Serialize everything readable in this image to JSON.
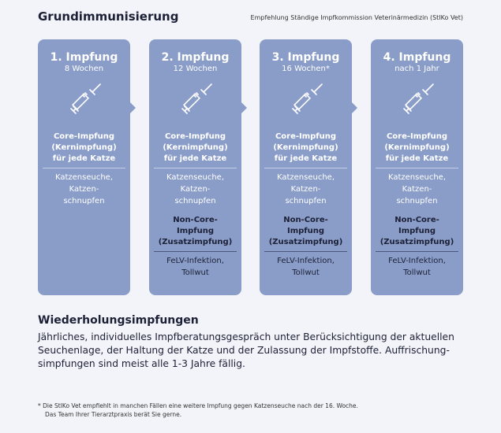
{
  "header": {
    "title": "Grundimmunisierung",
    "source": "Empfehlung Ständige Impfkommission Veterinärmedizin (StIKo Vet)"
  },
  "cards": [
    {
      "title": "1. Impfung",
      "sub": "8 Wochen",
      "core": [
        "Core-Impfung",
        "(Kernimpfung)",
        "für jede Katze"
      ],
      "core_diseases": [
        "Katzenseuche,",
        "Katzen-",
        "schnupfen"
      ]
    },
    {
      "title": "2. Impfung",
      "sub": "12 Wochen",
      "core": [
        "Core-Impfung",
        "(Kernimpfung)",
        "für jede Katze"
      ],
      "core_diseases": [
        "Katzenseuche,",
        "Katzen-",
        "schnupfen"
      ],
      "noncore": [
        "Non-Core-",
        "Impfung",
        "(Zusatzimpfung)"
      ],
      "noncore_diseases": [
        "FeLV-Infektion,",
        "Tollwut"
      ]
    },
    {
      "title": "3. Impfung",
      "sub": "16 Wochen*",
      "core": [
        "Core-Impfung",
        "(Kernimpfung)",
        "für jede Katze"
      ],
      "core_diseases": [
        "Katzenseuche,",
        "Katzen-",
        "schnupfen"
      ],
      "noncore": [
        "Non-Core-",
        "Impfung",
        "(Zusatzimpfung)"
      ],
      "noncore_diseases": [
        "FeLV-Infektion,",
        "Tollwut"
      ]
    },
    {
      "title": "4. Impfung",
      "sub": "nach 1 Jahr",
      "core": [
        "Core-Impfung",
        "(Kernimpfung)",
        "für jede Katze"
      ],
      "core_diseases": [
        "Katzenseuche,",
        "Katzen-",
        "schnupfen"
      ],
      "noncore": [
        "Non-Core-",
        "Impfung",
        "(Zusatzimpfung)"
      ],
      "noncore_diseases": [
        "FeLV-Infektion,",
        "Tollwut"
      ]
    }
  ],
  "repeat": {
    "title": "Wiederholungsimpfungen",
    "text": "Jährliches, individuelles Impfberatungsgespräch unter Berücksichtigung der aktuellen Seuchenlage, der Haltung der Katze und der Zulassung der Impfstoffe. Auffrischung­simpfungen sind meist alle 1-3 Jahre fällig."
  },
  "footnote": {
    "line1": "*  Die StIKo Vet empfiehlt in manchen Fällen eine weitere Impfung gegen Katzenseuche nach der 16. Woche.",
    "line2": "Das Team Ihrer Tierarztpraxis berät Sie gerne."
  },
  "colors": {
    "card": "#8a9dc8",
    "background": "#f3f4f9"
  }
}
